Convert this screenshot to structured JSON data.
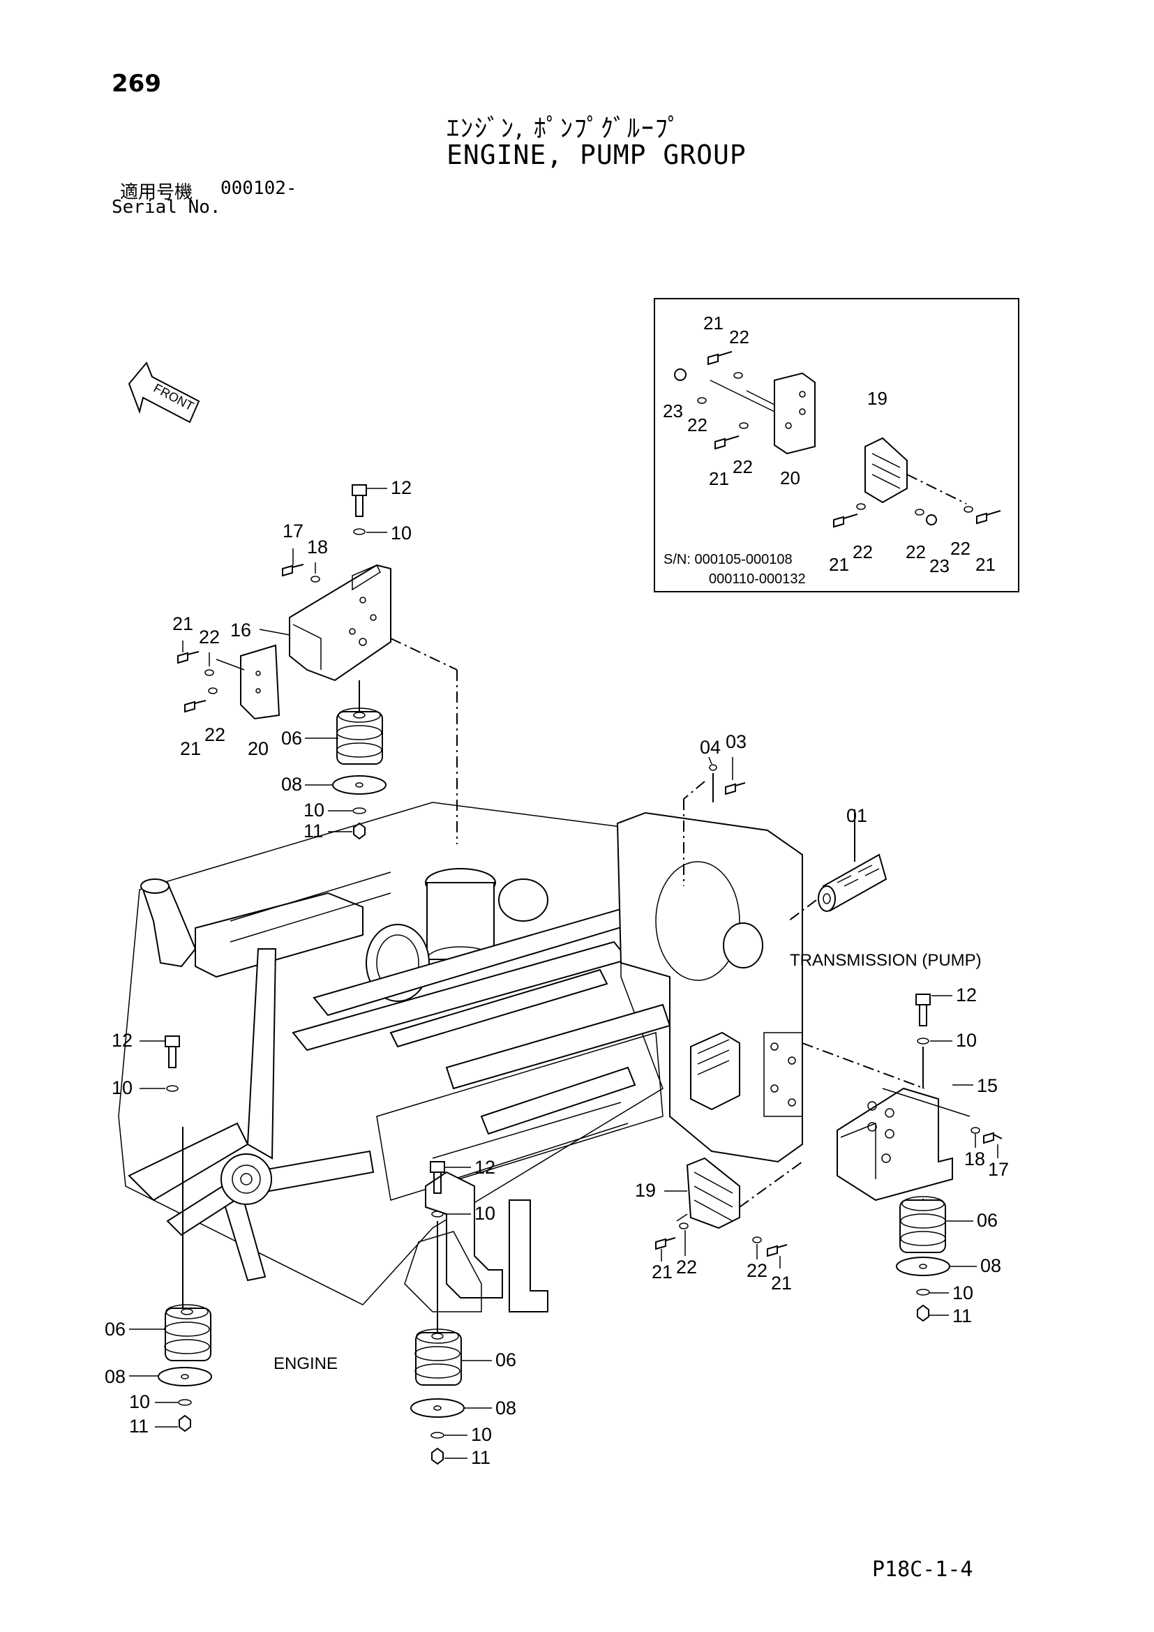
{
  "page": {
    "number": "269",
    "title_jp": "ｴﾝｼﾞﾝ, ﾎﾟﾝﾌﾟｸﾞﾙｰﾌﾟ",
    "title_en": "ENGINE, PUMP GROUP",
    "serial_label_jp": "適用号機",
    "serial_value": "000102-",
    "serial_label_en": "Serial No.",
    "footer_code": "P18C-1-4"
  },
  "inset": {
    "sn_label": "S/N: 000105-000108",
    "sn_label2": "000110-000132",
    "callouts": [
      "21",
      "22",
      "23",
      "22",
      "21",
      "22",
      "20",
      "19",
      "21",
      "22",
      "22",
      "23",
      "22",
      "21"
    ]
  },
  "diagram": {
    "front_label": "FRONT",
    "engine_label": "ENGINE",
    "transmission_label": "TRANSMISSION (PUMP)",
    "callouts": [
      "12",
      "10",
      "17",
      "18",
      "16",
      "21",
      "22",
      "21",
      "22",
      "20",
      "06",
      "08",
      "10",
      "11",
      "04",
      "03",
      "01",
      "12",
      "10",
      "15",
      "18",
      "17",
      "19",
      "21",
      "22",
      "22",
      "21",
      "06",
      "08",
      "10",
      "11",
      "12",
      "10",
      "12",
      "10",
      "06",
      "08",
      "10",
      "11",
      "06",
      "08",
      "10",
      "11"
    ]
  }
}
